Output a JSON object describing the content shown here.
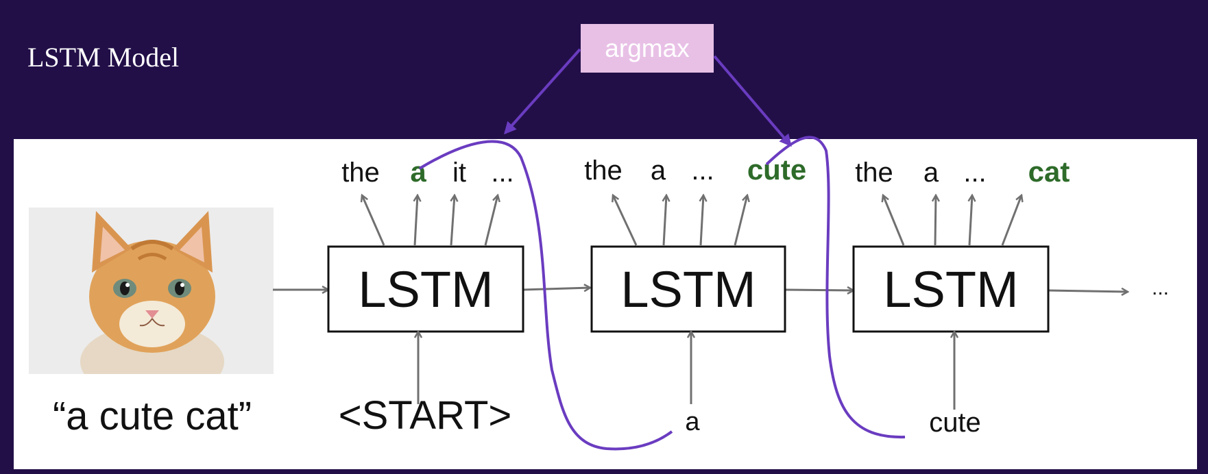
{
  "slide": {
    "title": "LSTM Model"
  },
  "argmax": {
    "label": "argmax"
  },
  "caption": {
    "text": "“a cute cat”"
  },
  "cells": [
    {
      "label": "LSTM",
      "outputs": [
        "the",
        "a",
        "it",
        "..."
      ],
      "selected": "a",
      "input": "<START>"
    },
    {
      "label": "LSTM",
      "outputs": [
        "the",
        "a",
        "...",
        "cute"
      ],
      "selected": "cute",
      "input": "a"
    },
    {
      "label": "LSTM",
      "outputs": [
        "the",
        "a",
        "...",
        "cat"
      ],
      "selected": "cat",
      "input": "cute"
    }
  ],
  "trailing": {
    "ellipsis": "..."
  },
  "colors": {
    "background": "#220f48",
    "argmax_box": "#e8c0e6",
    "feedback_curve": "#6a3cc0",
    "arrow_gray": "#707070",
    "selected_word": "#2e6b2a"
  },
  "icons": {
    "cat_image": "kitten-photo"
  }
}
